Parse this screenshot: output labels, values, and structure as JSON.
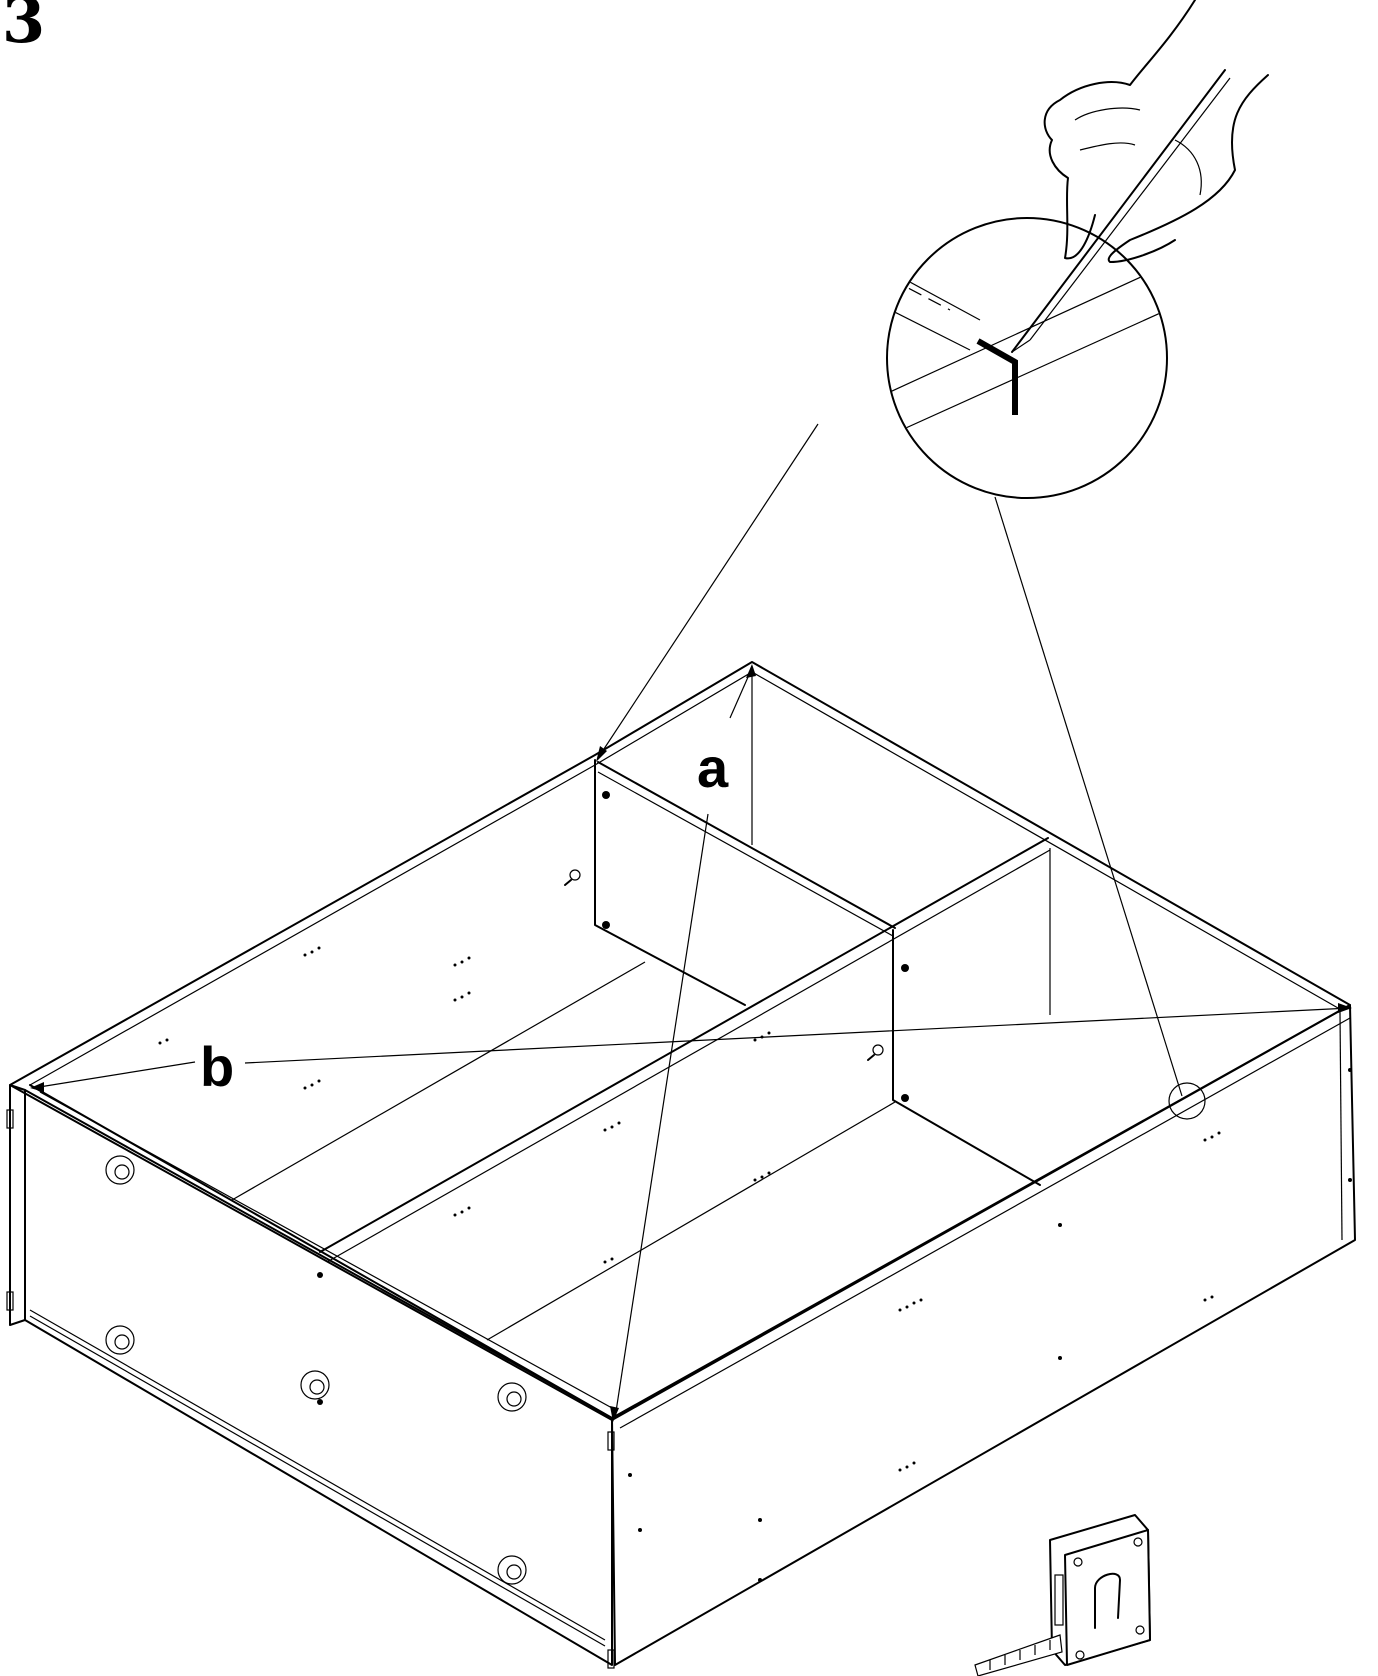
{
  "step_number": "3",
  "labels": {
    "diagonal_a": "a",
    "diagonal_b": "b"
  },
  "colors": {
    "ink": "#000000",
    "paper": "#ffffff"
  },
  "icons": [
    "hand-with-pencil-icon",
    "magnifier-detail-icon",
    "tape-measure-icon",
    "drawer-box-icon"
  ]
}
